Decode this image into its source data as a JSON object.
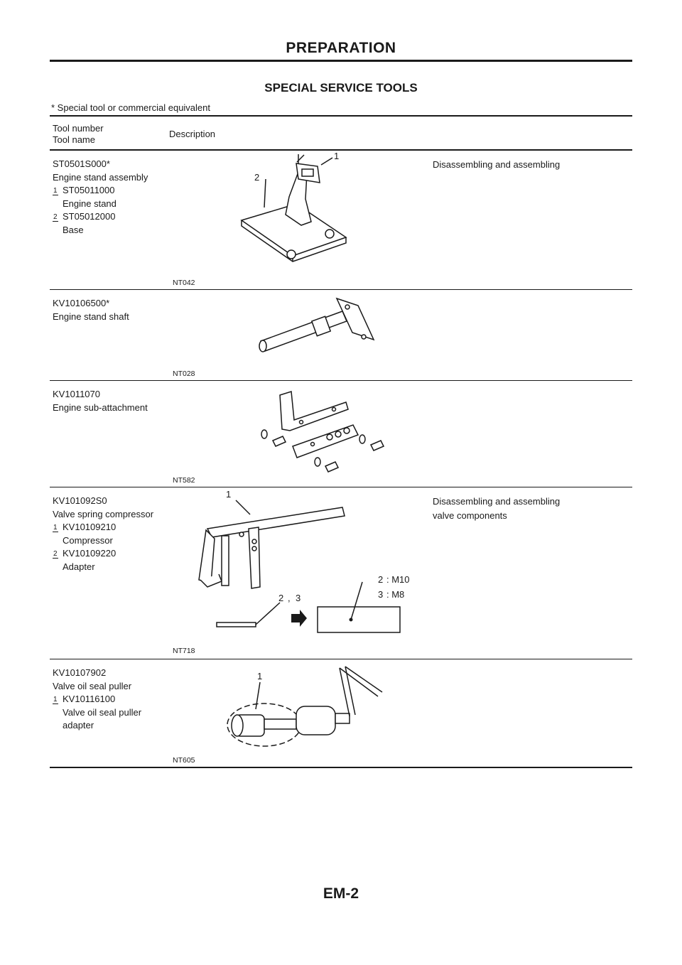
{
  "header": {
    "section": "PREPARATION",
    "page_number": "EM-2"
  },
  "title": "SPECIAL SERVICE TOOLS",
  "note": "* Special tool or commercial equivalent",
  "table": {
    "col1_header": [
      "Tool number",
      "Tool name"
    ],
    "col2_header": "Description",
    "rows": [
      {
        "lines": [
          "ST0501S000*",
          "Engine stand assembly"
        ],
        "parts": [
          {
            "num": "1",
            "lines": [
              "ST05011000",
              "Engine stand"
            ]
          },
          {
            "num": "2",
            "lines": [
              "ST05012000",
              "Base"
            ]
          }
        ],
        "image_code": "NT042",
        "callouts": [
          "1",
          "2"
        ],
        "description": [
          "Disassembling and assembling"
        ]
      },
      {
        "lines": [
          "KV10106500*",
          "Engine stand shaft"
        ],
        "parts": [],
        "image_code": "NT028",
        "description": []
      },
      {
        "lines": [
          "KV1011070",
          "Engine sub-attachment"
        ],
        "parts": [],
        "image_code": "NT582",
        "description": []
      },
      {
        "lines": [
          "KV101092S0",
          "Valve spring compressor"
        ],
        "parts": [
          {
            "num": "1",
            "lines": [
              "KV10109210",
              "Compressor"
            ]
          },
          {
            "num": "2",
            "lines": [
              "KV10109220",
              "Adapter"
            ]
          }
        ],
        "image_code": "NT718",
        "callouts": [
          "1",
          "2",
          "3"
        ],
        "sizes": [
          {
            "num": "2",
            "text": ": M10"
          },
          {
            "num": "3",
            "text": ": M8"
          }
        ],
        "description": [
          "Disassembling and assembling",
          "valve components"
        ]
      },
      {
        "lines": [
          "KV10107902",
          "Valve oil seal puller"
        ],
        "parts": [
          {
            "num": "1",
            "lines": [
              "KV10116100",
              "Valve oil seal puller",
              "adapter"
            ]
          }
        ],
        "image_code": "NT605",
        "callouts": [
          "1"
        ],
        "description": []
      }
    ]
  }
}
